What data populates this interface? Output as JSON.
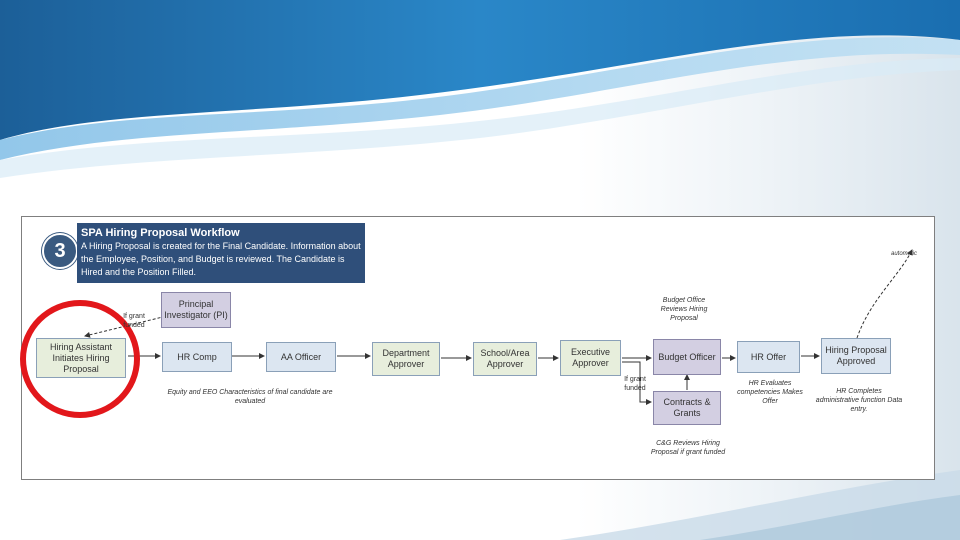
{
  "step": "3",
  "info": {
    "title": "SPA  Hiring Proposal Workflow",
    "description": "A Hiring Proposal is created for the Final Candidate. Information about the Employee, Position, and Budget is reviewed.  The Candidate is Hired and the Position Filled."
  },
  "nodes": {
    "hiring_assistant": "Hiring Assistant Initiates Hiring Proposal",
    "principal_investigator": "Principal Investigator (PI)",
    "hr_comp": "HR Comp",
    "aa_officer": "AA Officer",
    "department_approver": "Department Approver",
    "school_area_approver": "School/Area Approver",
    "executive_approver": "Executive Approver",
    "budget_officer": "Budget Officer",
    "contracts_grants": "Contracts & Grants",
    "hr_offer": "HR Offer",
    "hiring_proposal_approved": "Hiring Proposal Approved"
  },
  "notes": {
    "if_grant_funded_left": "If grant funded",
    "if_grant_funded_mid": "If grant funded",
    "budget_office_reviews": "Budget Office Reviews Hiring Proposal",
    "equity_eeo": "Equity and EEO Characteristics of final candidate are evaluated",
    "hr_evaluates": "HR Evaluates competencies Makes Offer",
    "hr_completes": "HR Completes administrative function Data entry.",
    "cg_reviews": "C&G Reviews Hiring Proposal if grant funded",
    "automatic": "automatic"
  },
  "colors": {
    "info_box": "#2f4f7a",
    "badge": "#3a5a80",
    "highlight_circle": "#e2171b",
    "node_green": "#e7eedc",
    "node_purple": "#d3cfe2",
    "node_blue": "#dce6f1"
  }
}
